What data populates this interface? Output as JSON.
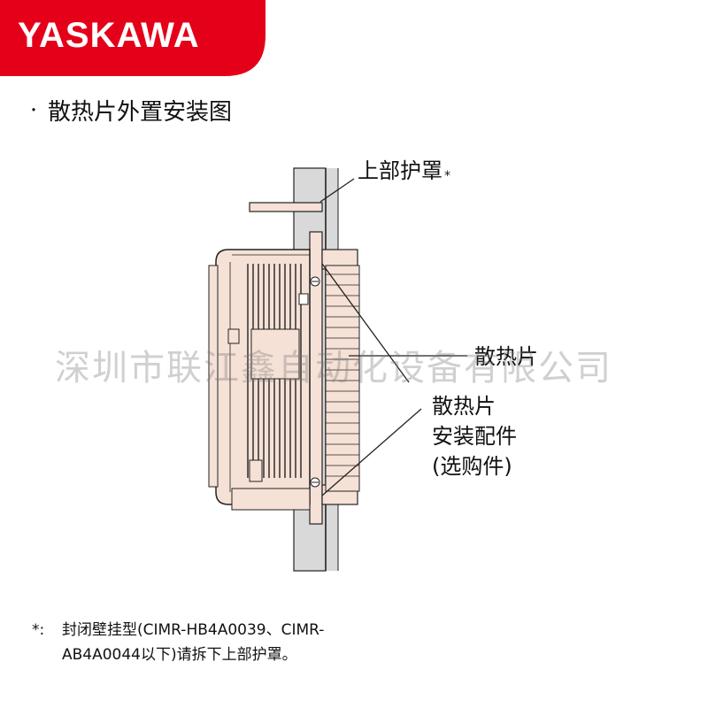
{
  "brand": {
    "name": "YASKAWA",
    "color": "#e50019"
  },
  "heading": {
    "bullet": "・",
    "title": "散热片外置安装图"
  },
  "labels": {
    "top_cover": "上部护罩",
    "top_cover_mark": "*",
    "heatsink": "散热片",
    "bracket_line1": "散热片",
    "bracket_line2": "安装配件",
    "bracket_line3": "(选购件)"
  },
  "watermark": "深圳市联江鑫自动化设备有限公司",
  "footnote": {
    "mark": "*:",
    "line1": "封闭壁挂型(CIMR-HB4A0039、CIMR-",
    "line2": "AB4A0044以下)请拆下上部护罩。"
  },
  "colors": {
    "drive_fill": "#f6e1d6",
    "wall_fill": "#d9d9d9",
    "line": "#222222"
  }
}
